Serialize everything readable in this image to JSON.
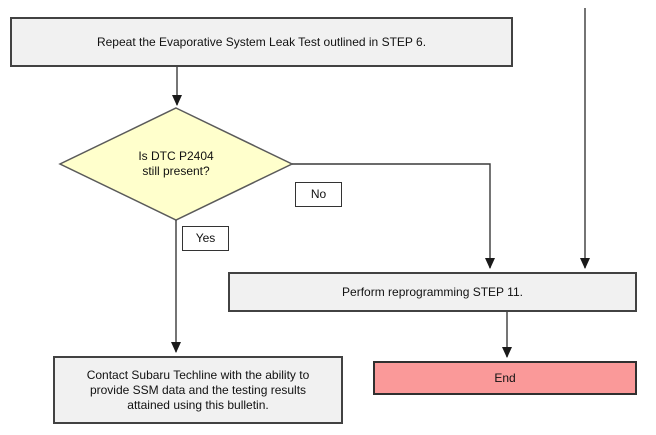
{
  "colors": {
    "process_fill": "#f1f1f1",
    "decision_fill": "#ffffcc",
    "decision_stroke": "#5a5a5a",
    "end_fill": "#fa9999",
    "border": "#424242",
    "line": "#3a3a3a",
    "arrowhead": "#1a1a1a"
  },
  "nodes": {
    "repeat_test": {
      "label": "Repeat the Evaporative System Leak Test outlined in STEP 6."
    },
    "decision": {
      "lines": [
        "Is DTC P2404",
        "still present?"
      ]
    },
    "no_label": {
      "label": "No"
    },
    "yes_label": {
      "label": "Yes"
    },
    "perform": {
      "label": "Perform reprogramming STEP 11."
    },
    "end": {
      "label": "End"
    },
    "contact": {
      "lines": [
        "Contact Subaru Techline with the ability to",
        "provide SSM data and the testing results",
        "attained using this bulletin."
      ]
    }
  }
}
